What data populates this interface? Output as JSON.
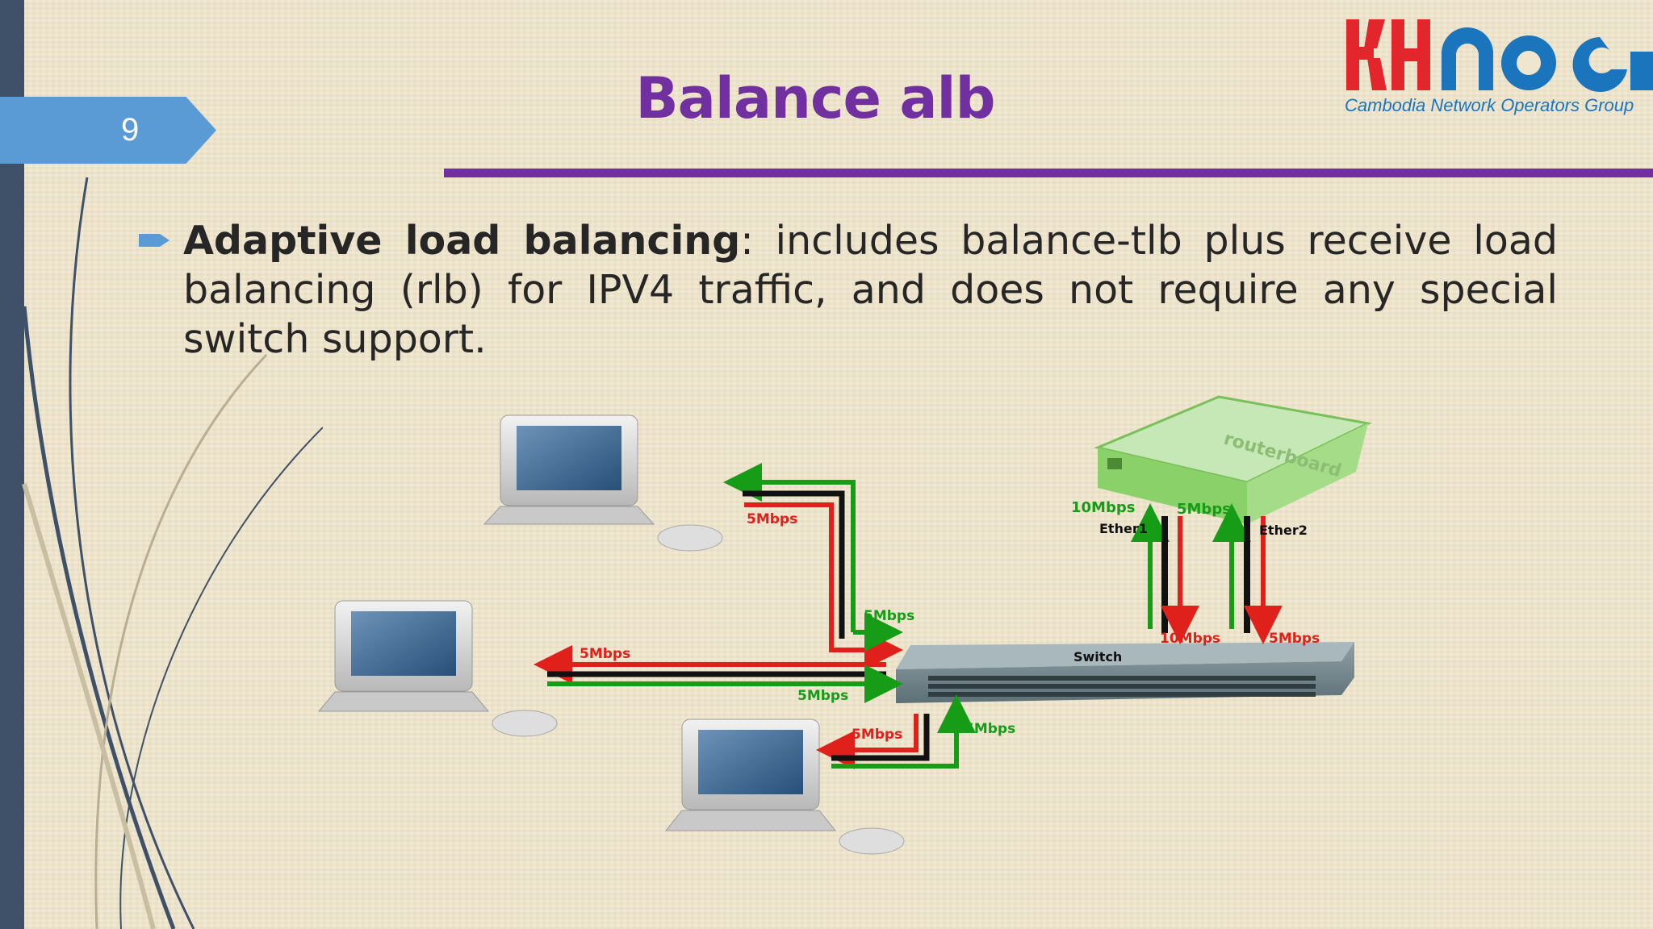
{
  "slide": {
    "number": "9"
  },
  "title": "Balance alb",
  "logo": {
    "tagline": "Cambodia Network Operators Group"
  },
  "bullet": {
    "term": "Adaptive load balancing",
    "text": ": includes balance-tlb plus receive load balancing (rlb) for IPV4 traffic, and does not require any special switch support."
  },
  "diagram": {
    "router_label": "routerboard",
    "switch_label": "Switch",
    "ether1": "Ether1",
    "ether2": "Ether2",
    "labels": {
      "top_pc_out": "5Mbps",
      "top_pc_in": "5Mbps",
      "mid_pc_in": "5Mbps",
      "mid_pc_out": "5Mbps",
      "bot_pc_in": "5Mbps",
      "bot_pc_out": "5Mbps",
      "ether1_up": "10Mbps",
      "ether1_down": "10Mbps",
      "ether2_up": "5Mbps",
      "ether2_down": "5Mbps"
    },
    "colors": {
      "green": "#169c16",
      "red": "#e0201b",
      "black": "#111111"
    }
  },
  "colors": {
    "accent": "#7030a0",
    "tab": "#5b9bd5",
    "sidebar": "#3f5168",
    "logo_red": "#e3262b",
    "logo_blue": "#1b75bc"
  }
}
